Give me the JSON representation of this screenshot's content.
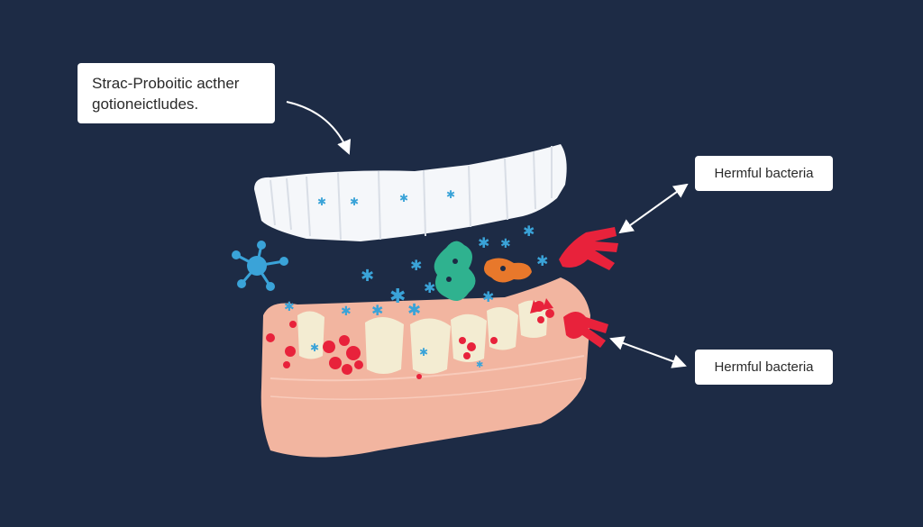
{
  "callouts": {
    "main": {
      "line1": "Strac-Proboitic acther",
      "line2": "gotioneictludes."
    },
    "top": {
      "text": "Hermful bacteria"
    },
    "bottom": {
      "text": "Hermful bacteria"
    }
  },
  "icons": {
    "upper": "upper-teeth-icon",
    "lower": "lower-jaw-gum-icon",
    "good": "probiotic-bacteria-icon",
    "harmful": "harmful-bacteria-icon"
  },
  "colors": {
    "background": "#1d2b45",
    "gum": "#f2b5a0",
    "tooth": "#f5f7fa",
    "probiotic_blue": "#3aa3d8",
    "probiotic_green": "#2fb28f",
    "probiotic_orange": "#e8782b",
    "harmful_red": "#e8223b"
  }
}
